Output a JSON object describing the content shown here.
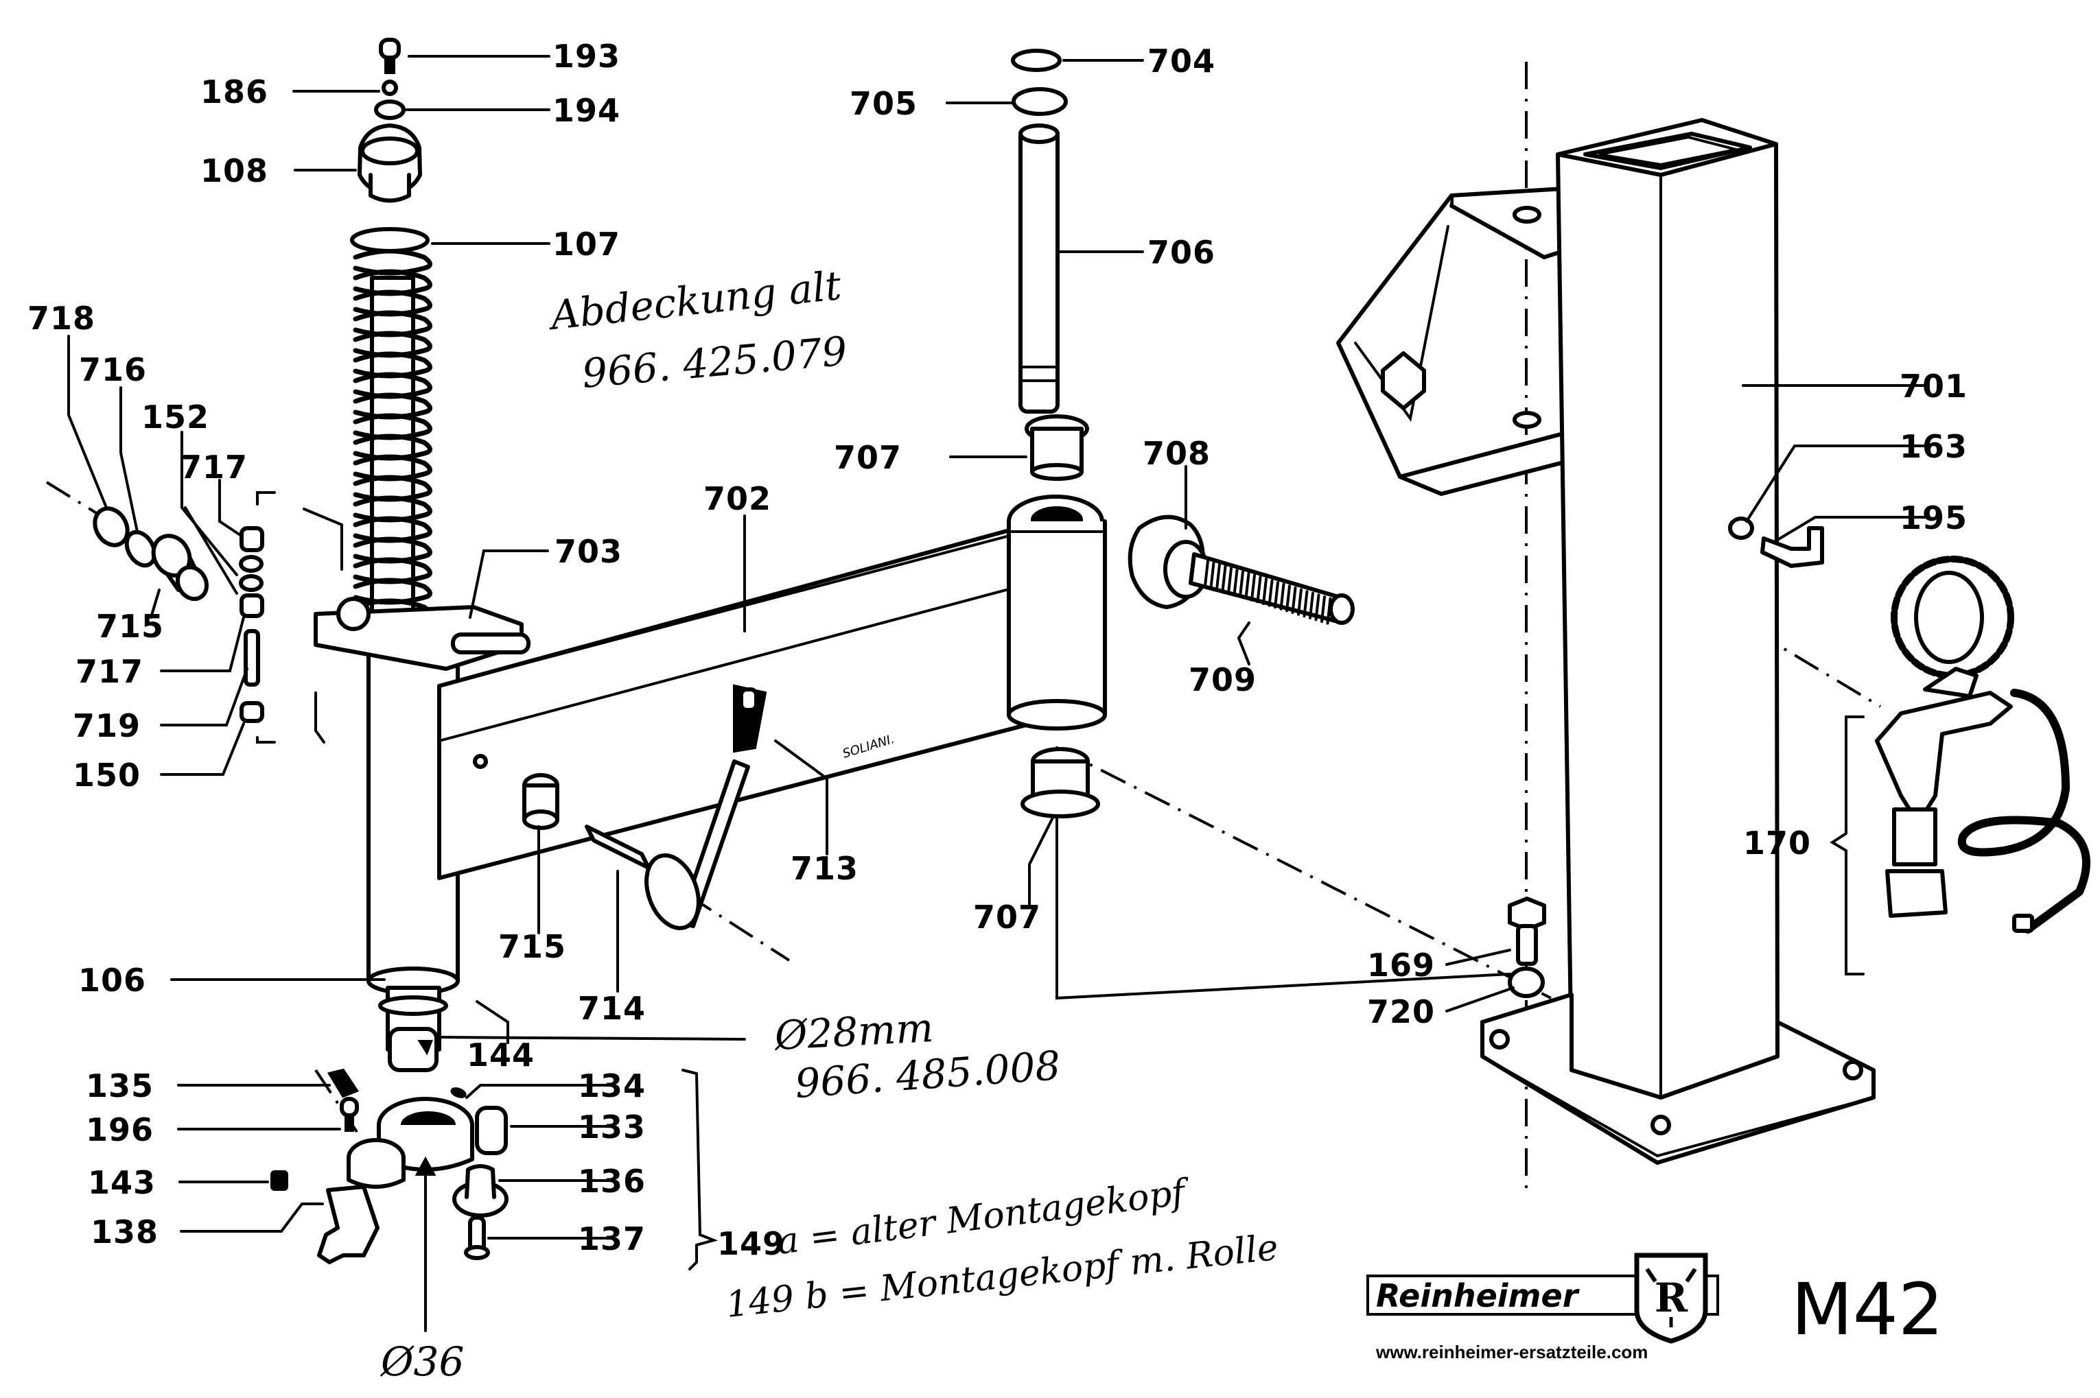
{
  "title": "M42",
  "brand": {
    "name": "Reinheimer",
    "emblem_letter": "R",
    "url": "www.reinheimer-ersatzteile.com"
  },
  "part_labels": [
    {
      "id": "lbl-193",
      "number": "193",
      "part": "screw"
    },
    {
      "id": "lbl-186",
      "number": "186",
      "part": "washer"
    },
    {
      "id": "lbl-194",
      "number": "194",
      "part": "washer"
    },
    {
      "id": "lbl-108",
      "number": "108",
      "part": "knurled-nut"
    },
    {
      "id": "lbl-107",
      "number": "107",
      "part": "spring"
    },
    {
      "id": "lbl-704",
      "number": "704",
      "part": "circlip"
    },
    {
      "id": "lbl-705",
      "number": "705",
      "part": "washer"
    },
    {
      "id": "lbl-706",
      "number": "706",
      "part": "pin"
    },
    {
      "id": "lbl-718",
      "number": "718",
      "part": "circlip"
    },
    {
      "id": "lbl-716",
      "number": "716",
      "part": "washer"
    },
    {
      "id": "lbl-152",
      "number": "152",
      "part": "washer"
    },
    {
      "id": "lbl-717a",
      "number": "717",
      "part": "nut"
    },
    {
      "id": "lbl-703",
      "number": "703",
      "part": "plate"
    },
    {
      "id": "lbl-702",
      "number": "702",
      "part": "swing-arm"
    },
    {
      "id": "lbl-707a",
      "number": "707",
      "part": "bushing"
    },
    {
      "id": "lbl-708",
      "number": "708",
      "part": "knob"
    },
    {
      "id": "lbl-701",
      "number": "701",
      "part": "column"
    },
    {
      "id": "lbl-163",
      "number": "163",
      "part": "nut"
    },
    {
      "id": "lbl-195",
      "number": "195",
      "part": "hook"
    },
    {
      "id": "lbl-715a",
      "number": "715",
      "part": "bushing"
    },
    {
      "id": "lbl-717b",
      "number": "717",
      "part": "nut"
    },
    {
      "id": "lbl-719",
      "number": "719",
      "part": "pin"
    },
    {
      "id": "lbl-709",
      "number": "709",
      "part": "threaded-bolt"
    },
    {
      "id": "lbl-150",
      "number": "150",
      "part": "nut"
    },
    {
      "id": "lbl-713",
      "number": "713",
      "part": "handle-grip"
    },
    {
      "id": "lbl-715b",
      "number": "715",
      "part": "bushing"
    },
    {
      "id": "lbl-707b",
      "number": "707",
      "part": "bushing"
    },
    {
      "id": "lbl-170",
      "number": "170",
      "part": "tire-inflator"
    },
    {
      "id": "lbl-106",
      "number": "106",
      "part": "vertical-shaft"
    },
    {
      "id": "lbl-714",
      "number": "714",
      "part": "lever"
    },
    {
      "id": "lbl-144",
      "number": "144",
      "part": "ring"
    },
    {
      "id": "lbl-169",
      "number": "169",
      "part": "bolt"
    },
    {
      "id": "lbl-720",
      "number": "720",
      "part": "washer"
    },
    {
      "id": "lbl-135",
      "number": "135",
      "part": "set-screw"
    },
    {
      "id": "lbl-134",
      "number": "134",
      "part": "pin"
    },
    {
      "id": "lbl-196",
      "number": "196",
      "part": "screw"
    },
    {
      "id": "lbl-133",
      "number": "133",
      "part": "roller"
    },
    {
      "id": "lbl-143",
      "number": "143",
      "part": "grub-screw"
    },
    {
      "id": "lbl-136",
      "number": "136",
      "part": "roller"
    },
    {
      "id": "lbl-138",
      "number": "138",
      "part": "mounting-finger"
    },
    {
      "id": "lbl-137",
      "number": "137",
      "part": "pin"
    }
  ],
  "assembly_label": {
    "number": "149"
  },
  "handwritten_notes": {
    "cover_title": "Abdeckung alt",
    "cover_number": "966. 425.079",
    "shaft_diameter": "Ø28mm",
    "shaft_number": "966. 485.008",
    "head_diameter": "Ø36",
    "variant_a": "a = alter Montagekopf",
    "variant_b": "149 b = Montagekopf m. Rolle",
    "arm_marking": "SOLIANI."
  }
}
